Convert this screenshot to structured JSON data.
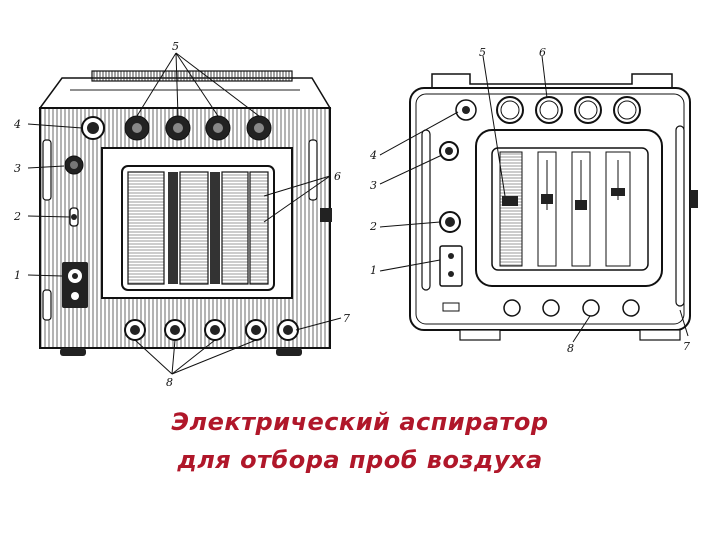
{
  "figure": {
    "left_callouts": [
      "4",
      "3",
      "2",
      "1",
      "5",
      "6",
      "7",
      "8"
    ],
    "right_callouts": [
      "5",
      "6",
      "4",
      "3",
      "2",
      "1",
      "7",
      "8"
    ]
  },
  "caption": {
    "line1": "Электрический аспиратор",
    "line2": "для отбора проб воздуха"
  }
}
